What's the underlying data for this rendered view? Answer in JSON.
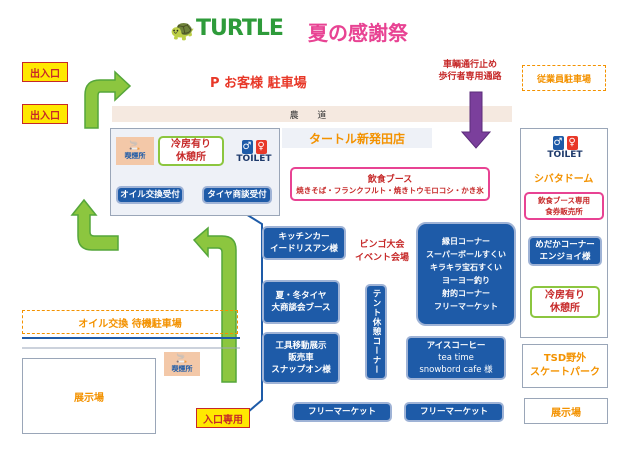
{
  "header": {
    "brand": "TURTLE",
    "title": "夏の感謝祭"
  },
  "entrances": {
    "in_exit_label": "出入口",
    "in_only_label": "入口専用"
  },
  "parking": {
    "customer": "P お客様 駐車場",
    "staff": "従業員駐車場",
    "oil_wait": "オイル交換 待機駐車場"
  },
  "road": {
    "label": "農 道"
  },
  "closure_notice": [
    "車輌通行止め",
    "歩行者専用通路"
  ],
  "store": {
    "name": "タートル新発田店"
  },
  "left_building": {
    "smoking": "喫煙所",
    "rest_area": [
      "冷房有り",
      "休憩所"
    ],
    "toilet": "TOILET",
    "oil_reception": "オイル交換受付",
    "tire_reception": "タイヤ商談受付"
  },
  "food_booth": {
    "title": "飲食ブース",
    "items": "焼きそば・フランクフルト・焼きトウモロコシ・かき氷"
  },
  "right_building": {
    "toilet": "TOILET",
    "dome": "シバタドーム",
    "ticket": [
      "飲食ブース専用",
      "食券販売所"
    ],
    "medaka": [
      "めだかコーナー",
      "エンジョイ様"
    ],
    "rest_area": [
      "冷房有り",
      "休憩所"
    ]
  },
  "booths": {
    "kitchen_car": [
      "キッチンカー",
      "イードリスアン様"
    ],
    "bingo": [
      "ビンゴ大会",
      "イベント会場"
    ],
    "tire_sale": [
      "夏・冬タイヤ",
      "大商談会ブース"
    ],
    "tent_rest": "テント休憩コーナー",
    "tool_truck": [
      "工具移動展示",
      "販売車",
      "スナップオン様"
    ],
    "festival": [
      "縁日コーナー",
      "スーパーボールすくい",
      "キラキラ宝石すくい",
      "ヨーヨー釣り",
      "射的コーナー",
      "フリーマーケット"
    ],
    "ice_coffee": [
      "アイスコーヒー",
      "tea time",
      "snowbord cafe 様"
    ],
    "flea1": "フリーマーケット",
    "flea2": "フリーマーケット"
  },
  "showrooms": {
    "left": "展示場",
    "right": "展示場"
  },
  "tsd": [
    "TSD野外",
    "スケートパーク"
  ],
  "lower_left": {
    "smoking": "喫煙所"
  }
}
